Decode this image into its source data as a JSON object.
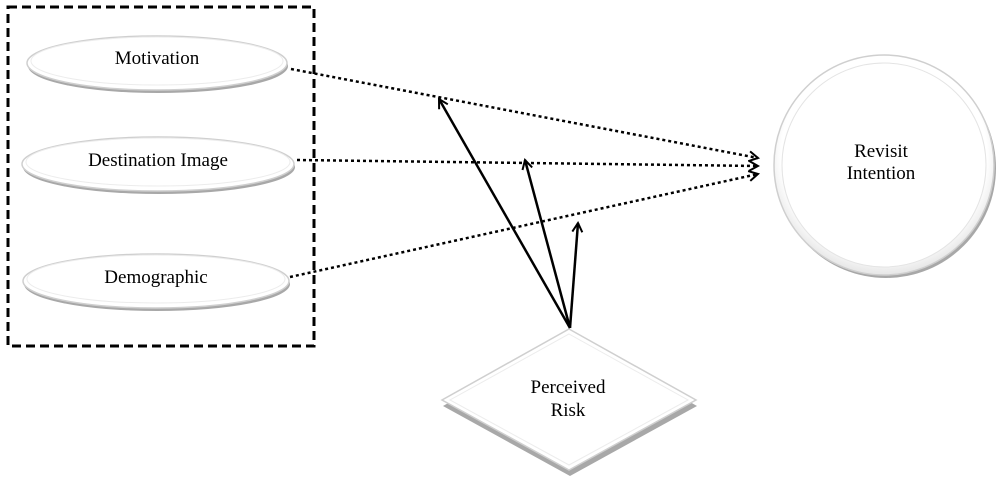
{
  "nodes": {
    "motivation": {
      "label": "Motivation"
    },
    "destination_image": {
      "label": "Destination Image"
    },
    "demographic": {
      "label": "Demographic"
    },
    "revisit_intention": {
      "lines": [
        "Revisit",
        "Intention"
      ]
    },
    "perceived_risk": {
      "lines": [
        "Perceived",
        "Risk"
      ]
    }
  },
  "colors": {
    "stroke": "#000000",
    "shape_fill": "#ffffff",
    "shape_edge": "#d9d9d9",
    "shadow": "#9a9a9a"
  }
}
